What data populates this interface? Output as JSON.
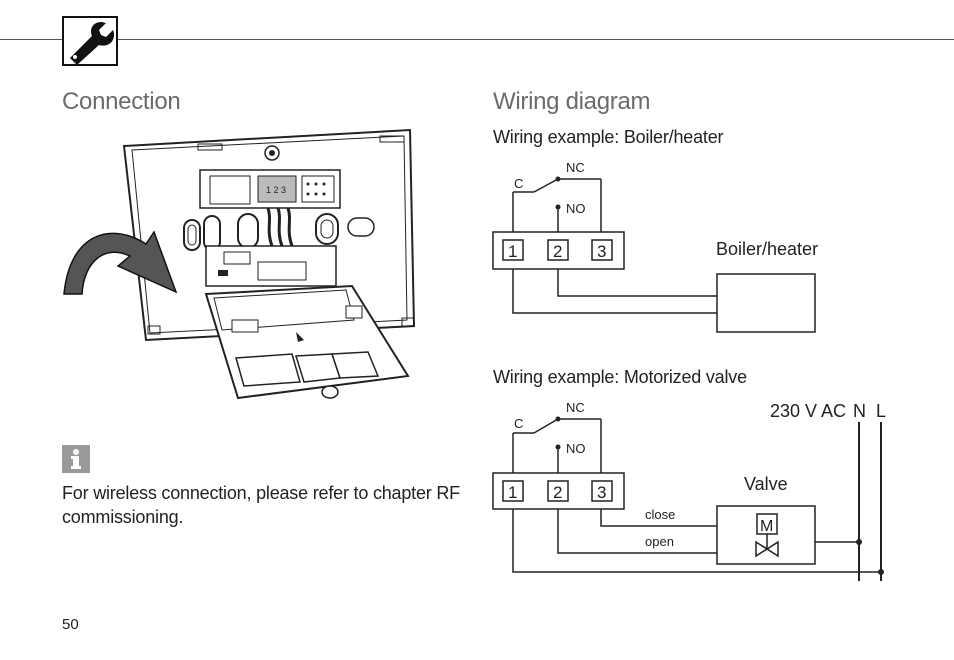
{
  "page": {
    "number": "50",
    "icons": {
      "header": "wrench-icon",
      "note": "info-icon"
    }
  },
  "connection": {
    "title": "Connection",
    "note": "For wireless connection, please refer to chapter RF commissioning."
  },
  "wiring": {
    "title": "Wiring diagram",
    "example1": {
      "heading": "Wiring example: Boiler/heater",
      "label_c": "C",
      "label_nc": "NC",
      "label_no": "NO",
      "terminals": [
        "1",
        "2",
        "3"
      ],
      "device": "Boiler/heater"
    },
    "example2": {
      "heading": "Wiring example: Motorized valve",
      "label_c": "C",
      "label_nc": "NC",
      "label_no": "NO",
      "terminals": [
        "1",
        "2",
        "3"
      ],
      "device": "Valve",
      "motor": "M",
      "close": "close",
      "open": "open",
      "supply": "230 V AC",
      "neutral": "N",
      "live": "L"
    }
  }
}
